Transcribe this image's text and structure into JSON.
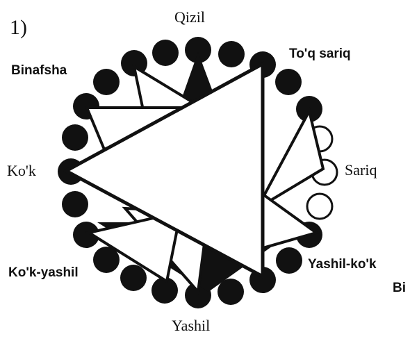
{
  "figure_number": "1)",
  "labels": {
    "qizil": "Qizil",
    "toq_sariq": "To'q sariq",
    "sariq": "Sariq",
    "yashil_kok": "Yashil-ko'k",
    "bi_cut": "Bi",
    "yashil": "Yashil",
    "kok_yashil": "Ko'k-yashil",
    "kok": "Ko'k",
    "binafsha": "Binafsha"
  },
  "colors": {
    "ink": "#111111",
    "paper": "#ffffff"
  }
}
